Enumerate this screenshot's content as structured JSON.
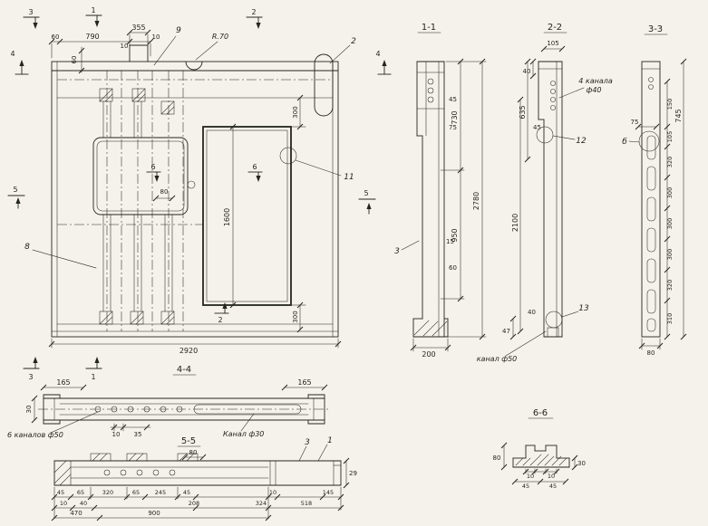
{
  "drawing": {
    "paper_color": "#f5f2eb",
    "ink_color": "#24251f"
  },
  "plan": {
    "marks": {
      "m3_top": "3",
      "m1_top": "1",
      "m2_top": "2",
      "m3_bottom": "3",
      "m1_bottom": "1",
      "m2_inner": "2",
      "m4_left": "4",
      "m4_right": "4",
      "m5_left": "5",
      "m5_right": "5",
      "m6_left": "6",
      "m6_right": "6"
    },
    "dims": {
      "d60_top": "60",
      "d790": "790",
      "d355": "355",
      "d10_top": "10",
      "d10_tab": "10",
      "d60_vert": "60",
      "d300_top": "300",
      "d1600": "1600",
      "d300_bottom": "300",
      "d80": "80",
      "d2920": "2920"
    },
    "callouts": {
      "c9": "9",
      "c2": "2",
      "c8": "8",
      "c11": "11"
    },
    "notes": {
      "r70": "R.70"
    }
  },
  "section11": {
    "title": "1-1",
    "dims": {
      "d730": "730",
      "d950": "950",
      "d2780": "2780",
      "d45": "45",
      "d75": "75",
      "d15": "15",
      "d60": "60",
      "d200": "200"
    },
    "callouts": {
      "c3": "3"
    },
    "notes": {
      "kanal50": "канал ф50"
    }
  },
  "section22": {
    "title": "2-2",
    "dims": {
      "d40_top": "40",
      "d105": "105",
      "d635": "635",
      "d45": "45",
      "d2100": "2100",
      "d40_bottom": "40",
      "d47": "47"
    },
    "callouts": {
      "c12": "12",
      "c13": "13"
    },
    "notes": {
      "line1": "4 канала",
      "line2": "ф40"
    }
  },
  "section33": {
    "title": "3-3",
    "dims": {
      "d745": "745",
      "d75": "75",
      "d80": "80",
      "segments": [
        "150",
        "105",
        "320",
        "300",
        "300",
        "300",
        "320",
        "310"
      ]
    },
    "callouts": {
      "b": "б"
    }
  },
  "section44": {
    "title": "4-4",
    "dims": {
      "d165_left": "165",
      "d165_right": "165",
      "d30": "30",
      "d10": "10",
      "d35": "35"
    },
    "notes": {
      "channels": "6 каналов ф50",
      "kanal30": "Канал ф30"
    }
  },
  "section55": {
    "title": "5-5",
    "dims": {
      "d80": "80",
      "d29": "29",
      "tier1": [
        "45",
        "65",
        "320",
        "65",
        "245",
        "45",
        "10",
        "145"
      ],
      "tier2": [
        "10",
        "40",
        "208",
        "324",
        "518"
      ],
      "tier3": [
        "470",
        "900"
      ]
    },
    "callouts": {
      "c3": "3",
      "c1": "1"
    }
  },
  "section66": {
    "title": "6-6",
    "dims": {
      "d80": "80",
      "d10_a": "10",
      "d10_b": "10",
      "d45_a": "45",
      "d45_b": "45",
      "d30": "30"
    }
  }
}
